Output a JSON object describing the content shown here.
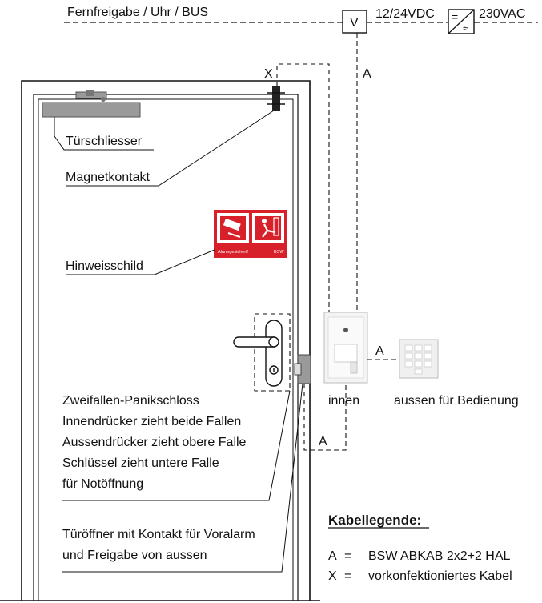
{
  "top": {
    "bus_label": "Fernfreigabe / Uhr / BUS",
    "v_box": "V",
    "dc_label": "12/24VDC",
    "ac_label": "230VAC",
    "converter_top": "=",
    "converter_bottom": "≈"
  },
  "cable_marks": {
    "x_mark": "X",
    "a_vertical": "A",
    "a_to_keypad": "A",
    "a_bottom": "A"
  },
  "labels": {
    "closer": "Türschliesser",
    "magnet": "Magnetkontakt",
    "sign": "Hinweisschild",
    "lock_lines": [
      "Zweifallen-Panikschloss",
      "Innendrücker zieht beide Fallen",
      "Aussendrücker zieht obere Falle",
      "Schlüssel zieht untere Falle",
      "für Notöffnung"
    ],
    "opener_lines": [
      "Türöffner mit Kontakt für Voralarm",
      "und Freigabe von aussen"
    ],
    "innen": "innen",
    "aussen": "aussen für Bedienung"
  },
  "sign_text": {
    "caption": "Alarmgesichert!",
    "logo": "BSW"
  },
  "legend": {
    "title": "Kabellegende:",
    "items": [
      {
        "key": "A",
        "eq": "=",
        "text": "BSW ABKAB 2x2+2 HAL"
      },
      {
        "key": "X",
        "eq": "=",
        "text": "vorkonfektioniertes Kabel"
      }
    ]
  },
  "colors": {
    "sign_red": "#d8202b",
    "line": "#111111",
    "closer_grey": "#9a9a9a"
  }
}
